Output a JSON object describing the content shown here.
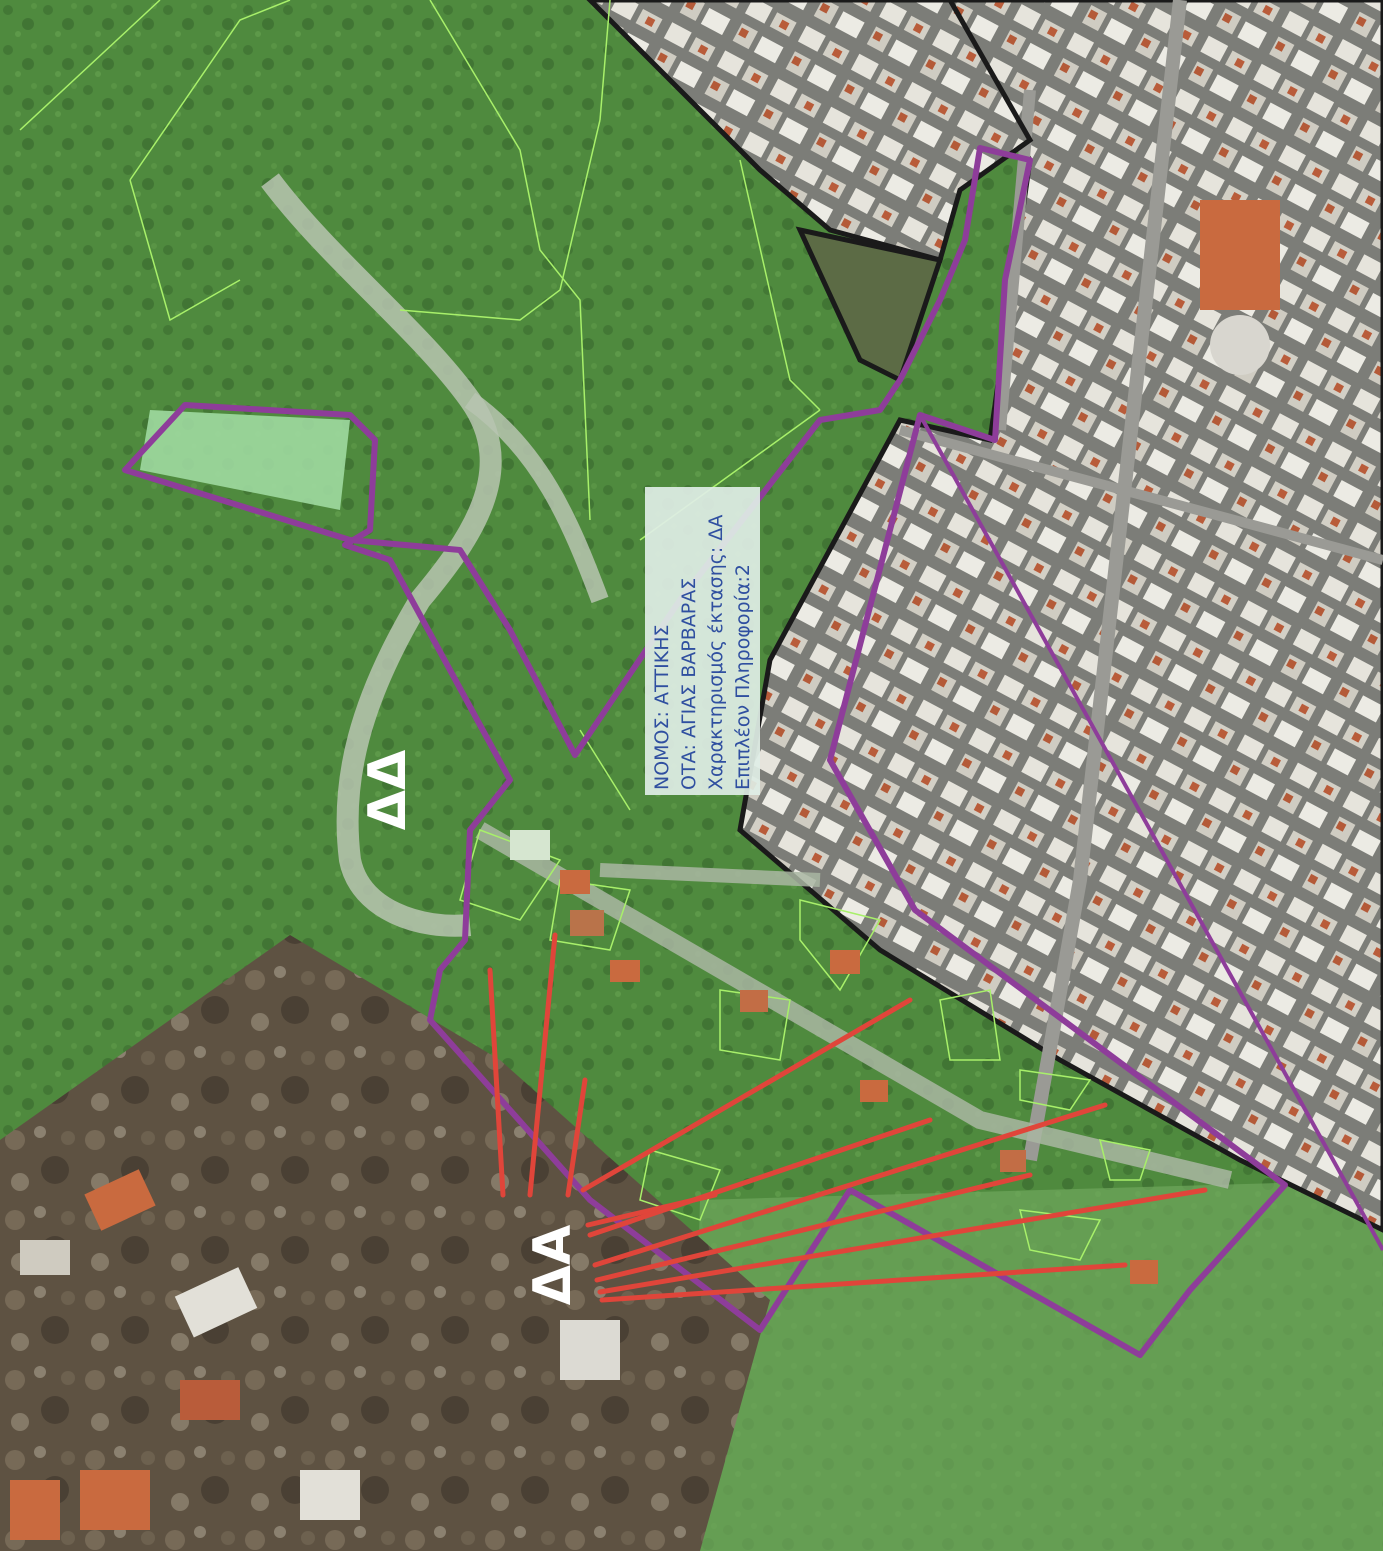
{
  "map": {
    "labels": {
      "zone_dd": "ΔΔ",
      "zone_da": "ΔΑ"
    },
    "info_box": {
      "line1": "ΝΟΜΟΣ: ΑΤΤΙΚΗΣ",
      "line2": "ΟΤΑ: ΑΓΙΑΣ ΒΑΡΒΑΡΑΣ",
      "line3": "Χαρακτηρισμός έκτασης: ΔΑ",
      "line4": "Επιπλέον Πληροφορία:2"
    },
    "colors": {
      "forest_green": "#4f8a3e",
      "forest_dark": "#3d6f31",
      "boundary_purple": "#8e3d9a",
      "annotation_red": "#e0453a",
      "parcel_outline": "#a8f06a",
      "urban_outline": "#1a1a1a",
      "road_gray": "#8a8a85",
      "road_light": "#b7c4b0",
      "rock_brown": "#5e5242",
      "info_bg": "#dfeee6",
      "info_text": "#2f4fa0",
      "building_orange": "#c96a3f"
    }
  }
}
